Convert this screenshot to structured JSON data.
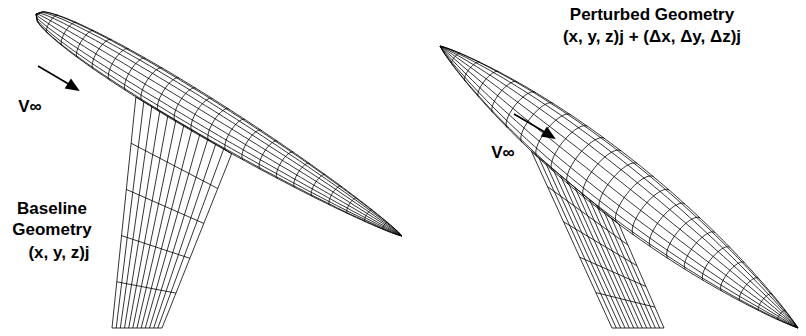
{
  "diagram": {
    "labels": [
      "Perturbed Geometry",
      "(x, y, z)j + (Δx, Δy, Δz)j",
      "V∞",
      "Baseline Geometry",
      "(x, y, z)j",
      "V∞"
    ]
  }
}
